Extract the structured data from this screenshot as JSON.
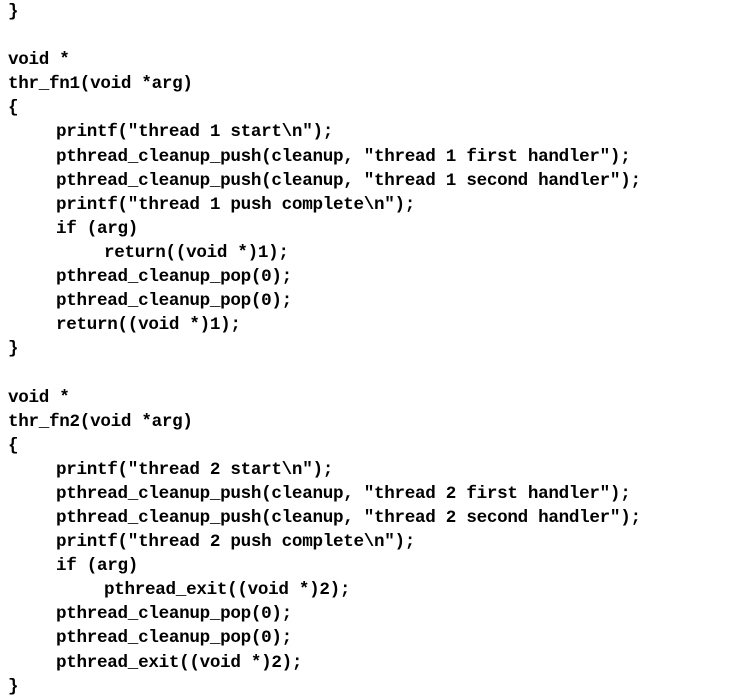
{
  "code_listing": {
    "lines": [
      {
        "text": "}",
        "indent": 0
      },
      {
        "text": "",
        "indent": 0
      },
      {
        "text": "void *",
        "indent": 0
      },
      {
        "text": "thr_fn1(void *arg)",
        "indent": 0
      },
      {
        "text": "{",
        "indent": 0
      },
      {
        "text": "printf(\"thread 1 start\\n\");",
        "indent": 1
      },
      {
        "text": "pthread_cleanup_push(cleanup, \"thread 1 first handler\");",
        "indent": 1
      },
      {
        "text": "pthread_cleanup_push(cleanup, \"thread 1 second handler\");",
        "indent": 1
      },
      {
        "text": "printf(\"thread 1 push complete\\n\");",
        "indent": 1
      },
      {
        "text": "if (arg)",
        "indent": 1
      },
      {
        "text": "return((void *)1);",
        "indent": 2
      },
      {
        "text": "pthread_cleanup_pop(0);",
        "indent": 1
      },
      {
        "text": "pthread_cleanup_pop(0);",
        "indent": 1
      },
      {
        "text": "return((void *)1);",
        "indent": 1
      },
      {
        "text": "}",
        "indent": 0
      },
      {
        "text": "",
        "indent": 0
      },
      {
        "text": "void *",
        "indent": 0
      },
      {
        "text": "thr_fn2(void *arg)",
        "indent": 0
      },
      {
        "text": "{",
        "indent": 0
      },
      {
        "text": "printf(\"thread 2 start\\n\");",
        "indent": 1
      },
      {
        "text": "pthread_cleanup_push(cleanup, \"thread 2 first handler\");",
        "indent": 1
      },
      {
        "text": "pthread_cleanup_push(cleanup, \"thread 2 second handler\");",
        "indent": 1
      },
      {
        "text": "printf(\"thread 2 push complete\\n\");",
        "indent": 1
      },
      {
        "text": "if (arg)",
        "indent": 1
      },
      {
        "text": "pthread_exit((void *)2);",
        "indent": 2
      },
      {
        "text": "pthread_cleanup_pop(0);",
        "indent": 1
      },
      {
        "text": "pthread_cleanup_pop(0);",
        "indent": 1
      },
      {
        "text": "pthread_exit((void *)2);",
        "indent": 1
      },
      {
        "text": "}",
        "indent": 0
      }
    ]
  }
}
